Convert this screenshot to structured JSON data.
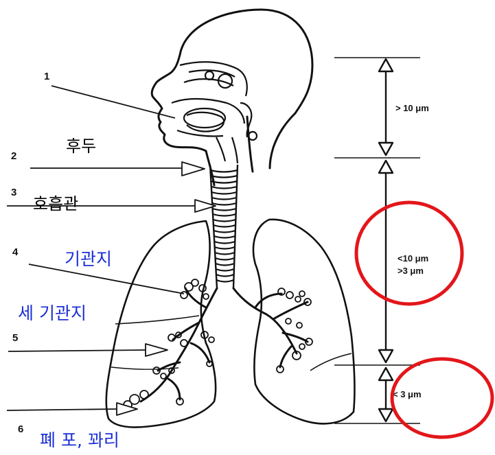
{
  "markers": [
    "1",
    "2",
    "3",
    "4",
    "5",
    "6"
  ],
  "labels": {
    "larynx": "후두",
    "airway": "호흡관",
    "bronchus": "기관지",
    "bronchiole": "세 기관지",
    "alveoli": "폐 포, 꽈리"
  },
  "size_ranges": {
    "upper": "> 10 μm",
    "middle_line1": "<10 μm",
    "middle_line2": ">3 μm",
    "lower": "< 3 μm"
  },
  "colors": {
    "blue_label": "#1a2fd6",
    "highlight_circle": "#e3161a",
    "line": "#111111"
  }
}
